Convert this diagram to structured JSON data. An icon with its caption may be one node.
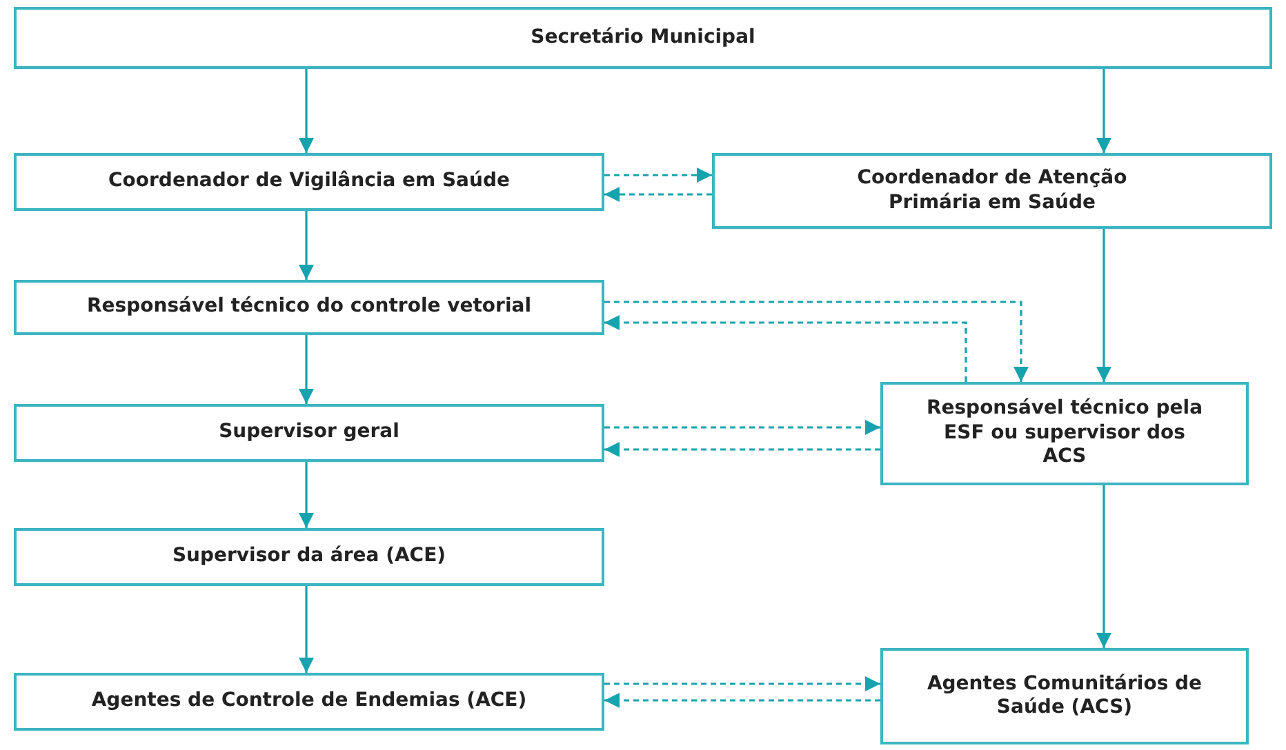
{
  "diagram": {
    "nodes": [
      {
        "text": [
          "Secretário Municipal"
        ]
      },
      {
        "text": [
          "Coordenador de Vigilância em Saúde"
        ]
      },
      {
        "text": [
          "Coordenador de Atenção Primária em Saúde"
        ]
      },
      {
        "text": [
          "Responsável técnico do controle vetorial"
        ]
      },
      {
        "text": [
          "Responsável técnico pela ESF ou supervisor dos ACS"
        ]
      },
      {
        "text": [
          "Supervisor geral"
        ]
      },
      {
        "text": [
          "Supervisor da área (ACE)"
        ]
      },
      {
        "text": [
          "Agentes de Controle de Endemias (ACE)"
        ]
      },
      {
        "text": [
          "Agentes Comunitários de Saúde (ACS)"
        ]
      }
    ],
    "edges": [
      {
        "from": 0,
        "to": 1,
        "arrow": "to"
      },
      {
        "from": 0,
        "to": 2,
        "arrow": "to"
      },
      {
        "from": 1,
        "to": 2,
        "arrow": "to",
        "style": "dashed"
      },
      {
        "from": 2,
        "to": 1,
        "arrow": "to",
        "style": "dashed"
      },
      {
        "from": 1,
        "to": 3,
        "arrow": "to"
      },
      {
        "from": 3,
        "to": 4,
        "arrow": "to",
        "style": "dashed"
      },
      {
        "from": 4,
        "to": 3,
        "arrow": "to",
        "style": "dashed"
      },
      {
        "from": 2,
        "to": 4,
        "arrow": "to"
      },
      {
        "from": 3,
        "to": 5,
        "arrow": "to"
      },
      {
        "from": 5,
        "to": 4,
        "arrow": "to",
        "style": "dashed"
      },
      {
        "from": 4,
        "to": 5,
        "arrow": "to",
        "style": "dashed"
      },
      {
        "from": 5,
        "to": 6,
        "arrow": "to"
      },
      {
        "from": 6,
        "to": 7,
        "arrow": "to"
      },
      {
        "from": 4,
        "to": 8,
        "arrow": "to"
      },
      {
        "from": 7,
        "to": 8,
        "arrow": "to",
        "style": "dashed"
      },
      {
        "from": 8,
        "to": 7,
        "arrow": "to",
        "style": "dashed"
      }
    ]
  }
}
